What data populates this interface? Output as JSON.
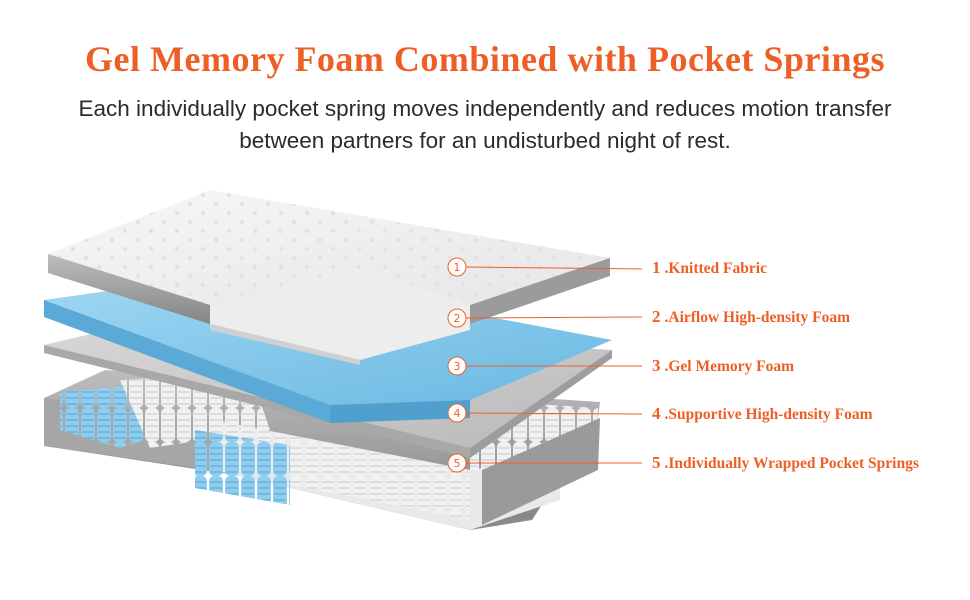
{
  "header": {
    "title": "Gel Memory Foam Combined with Pocket Springs",
    "subtitle": "Each individually pocket spring moves independently and reduces motion transfer between partners for an undisturbed night of rest."
  },
  "layers": [
    {
      "number": "1",
      "marker": "1",
      "label": ".Knitted Fabric"
    },
    {
      "number": "2",
      "marker": "2",
      "label": ".Airflow High-density Foam"
    },
    {
      "number": "3",
      "marker": "3",
      "label": ".Gel Memory Foam"
    },
    {
      "number": "4",
      "marker": "4",
      "label": ".Supportive High-density Foam"
    },
    {
      "number": "5",
      "marker": "5",
      "label": ".Individually Wrapped Pocket Springs"
    }
  ],
  "colors": {
    "accent": "#ee5f25",
    "foam_blue": "#7fc3e8",
    "fabric": "#f2f2f2",
    "border_gray": "#9c9c9c"
  }
}
